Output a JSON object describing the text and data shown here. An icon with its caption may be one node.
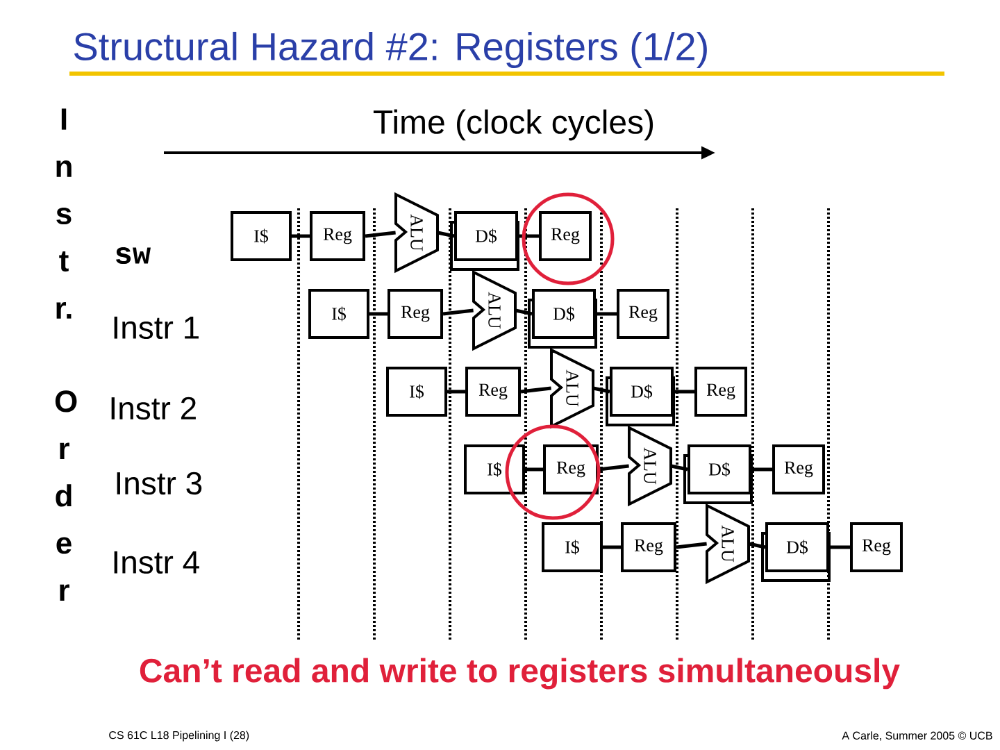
{
  "diagram": {
    "title": "Structural Hazard #2: Registers (1/2)",
    "nodes": [
      {
        "text": [
          "I$"
        ]
      },
      {
        "text": [
          "Reg"
        ]
      },
      {
        "text": [
          "ALU"
        ]
      },
      {
        "text": [
          "D$"
        ]
      },
      {
        "text": [
          "Reg"
        ]
      },
      {
        "text": [
          "I$"
        ]
      },
      {
        "text": [
          "Reg"
        ]
      },
      {
        "text": [
          "ALU"
        ]
      },
      {
        "text": [
          "D$"
        ]
      },
      {
        "text": [
          "Reg"
        ]
      },
      {
        "text": [
          "I$"
        ]
      },
      {
        "text": [
          "Reg"
        ]
      },
      {
        "text": [
          "ALU"
        ]
      },
      {
        "text": [
          "D$"
        ]
      },
      {
        "text": [
          "Reg"
        ]
      },
      {
        "text": [
          "I$"
        ]
      },
      {
        "text": [
          "Reg"
        ]
      },
      {
        "text": [
          "ALU"
        ]
      },
      {
        "text": [
          "D$"
        ]
      },
      {
        "text": [
          "Reg"
        ]
      },
      {
        "text": [
          "I$"
        ]
      },
      {
        "text": [
          "Reg"
        ]
      },
      {
        "text": [
          "ALU"
        ]
      },
      {
        "text": [
          "D$"
        ]
      },
      {
        "text": [
          "Reg"
        ]
      }
    ],
    "edges": [
      {
        "from": 0,
        "to": 1,
        "arrow": "none"
      },
      {
        "from": 1,
        "to": 2,
        "arrow": "none"
      },
      {
        "from": 2,
        "to": 3,
        "arrow": "none"
      },
      {
        "from": 3,
        "to": 4,
        "arrow": "none"
      },
      {
        "from": 5,
        "to": 6,
        "arrow": "none"
      },
      {
        "from": 6,
        "to": 7,
        "arrow": "none"
      },
      {
        "from": 7,
        "to": 8,
        "arrow": "none"
      },
      {
        "from": 8,
        "to": 9,
        "arrow": "none"
      },
      {
        "from": 10,
        "to": 11,
        "arrow": "none"
      },
      {
        "from": 11,
        "to": 12,
        "arrow": "none"
      },
      {
        "from": 12,
        "to": 13,
        "arrow": "none"
      },
      {
        "from": 13,
        "to": 14,
        "arrow": "none"
      },
      {
        "from": 15,
        "to": 16,
        "arrow": "none"
      },
      {
        "from": 16,
        "to": 17,
        "arrow": "none"
      },
      {
        "from": 17,
        "to": 18,
        "arrow": "none"
      },
      {
        "from": 18,
        "to": 19,
        "arrow": "none"
      },
      {
        "from": 20,
        "to": 21,
        "arrow": "none"
      },
      {
        "from": 21,
        "to": 22,
        "arrow": "none"
      },
      {
        "from": 22,
        "to": 23,
        "arrow": "none"
      },
      {
        "from": 23,
        "to": 24,
        "arrow": "none"
      }
    ],
    "labels": [
      "Time (clock cycles)",
      "I n s t r.",
      "sw",
      "Instr 1",
      "O r d e r",
      "Instr 2",
      "Instr 3",
      "Instr 4",
      "Can’t read and write to registers simultaneously",
      "CS 61C L18 Pipelining I (28)",
      "A Carle, Summer 2005 © UCB"
    ]
  }
}
